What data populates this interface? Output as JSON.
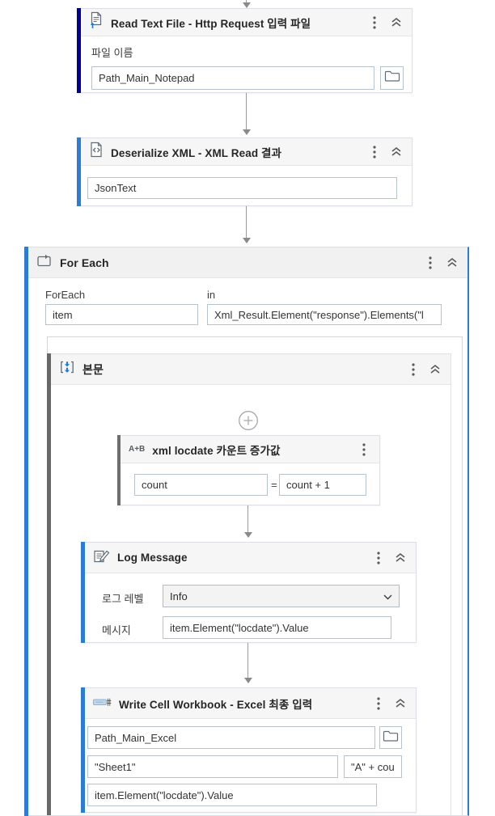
{
  "colors": {
    "accent_navy": "#000096",
    "accent_blue": "#2a7cd7",
    "accent_dark_gray": "#6e6e6e",
    "header_bg": "#f6f6f6",
    "input_border": "#b6c2cd",
    "arrow_gray": "#8a8a8a",
    "icon_gray": "#5f6b76",
    "icon_blue": "#1d7ad9"
  },
  "activities": {
    "read_text_file": {
      "title": "Read Text File - Http Request 입력 파일",
      "file_label": "파일 이름",
      "file_value": "Path_Main_Notepad",
      "icon": "document-upload-icon"
    },
    "deserialize_xml": {
      "title": "Deserialize XML - XML Read 결과",
      "input_value": "JsonText",
      "icon": "xml-document-icon"
    },
    "for_each": {
      "title": "For Each",
      "foreach_label": "ForEach",
      "foreach_value": "item",
      "in_label": "in",
      "in_value": "Xml_Result.Element(\"response\").Elements(\"l",
      "icon": "loop-icon"
    },
    "body_sequence": {
      "title": "본문",
      "icon": "sequence-icon"
    },
    "assign": {
      "icon_text": "A+B",
      "title": "xml locdate 카운트 증가값",
      "to_value": "count",
      "equals": "=",
      "expr_value": "count + 1"
    },
    "log_message": {
      "title": "Log Message",
      "level_label": "로그 레벨",
      "level_value": "Info",
      "message_label": "메시지",
      "message_value": "item.Element(\"locdate\").Value",
      "icon": "log-pencil-icon"
    },
    "write_cell": {
      "title": "Write Cell Workbook - Excel 최종 입력",
      "path_value": "Path_Main_Excel",
      "sheet_value": "\"Sheet1\"",
      "cell_value": "\"A\" + cou",
      "cell_content_value": "item.Element(\"locdate\").Value",
      "icon": "write-cell-icon"
    }
  }
}
